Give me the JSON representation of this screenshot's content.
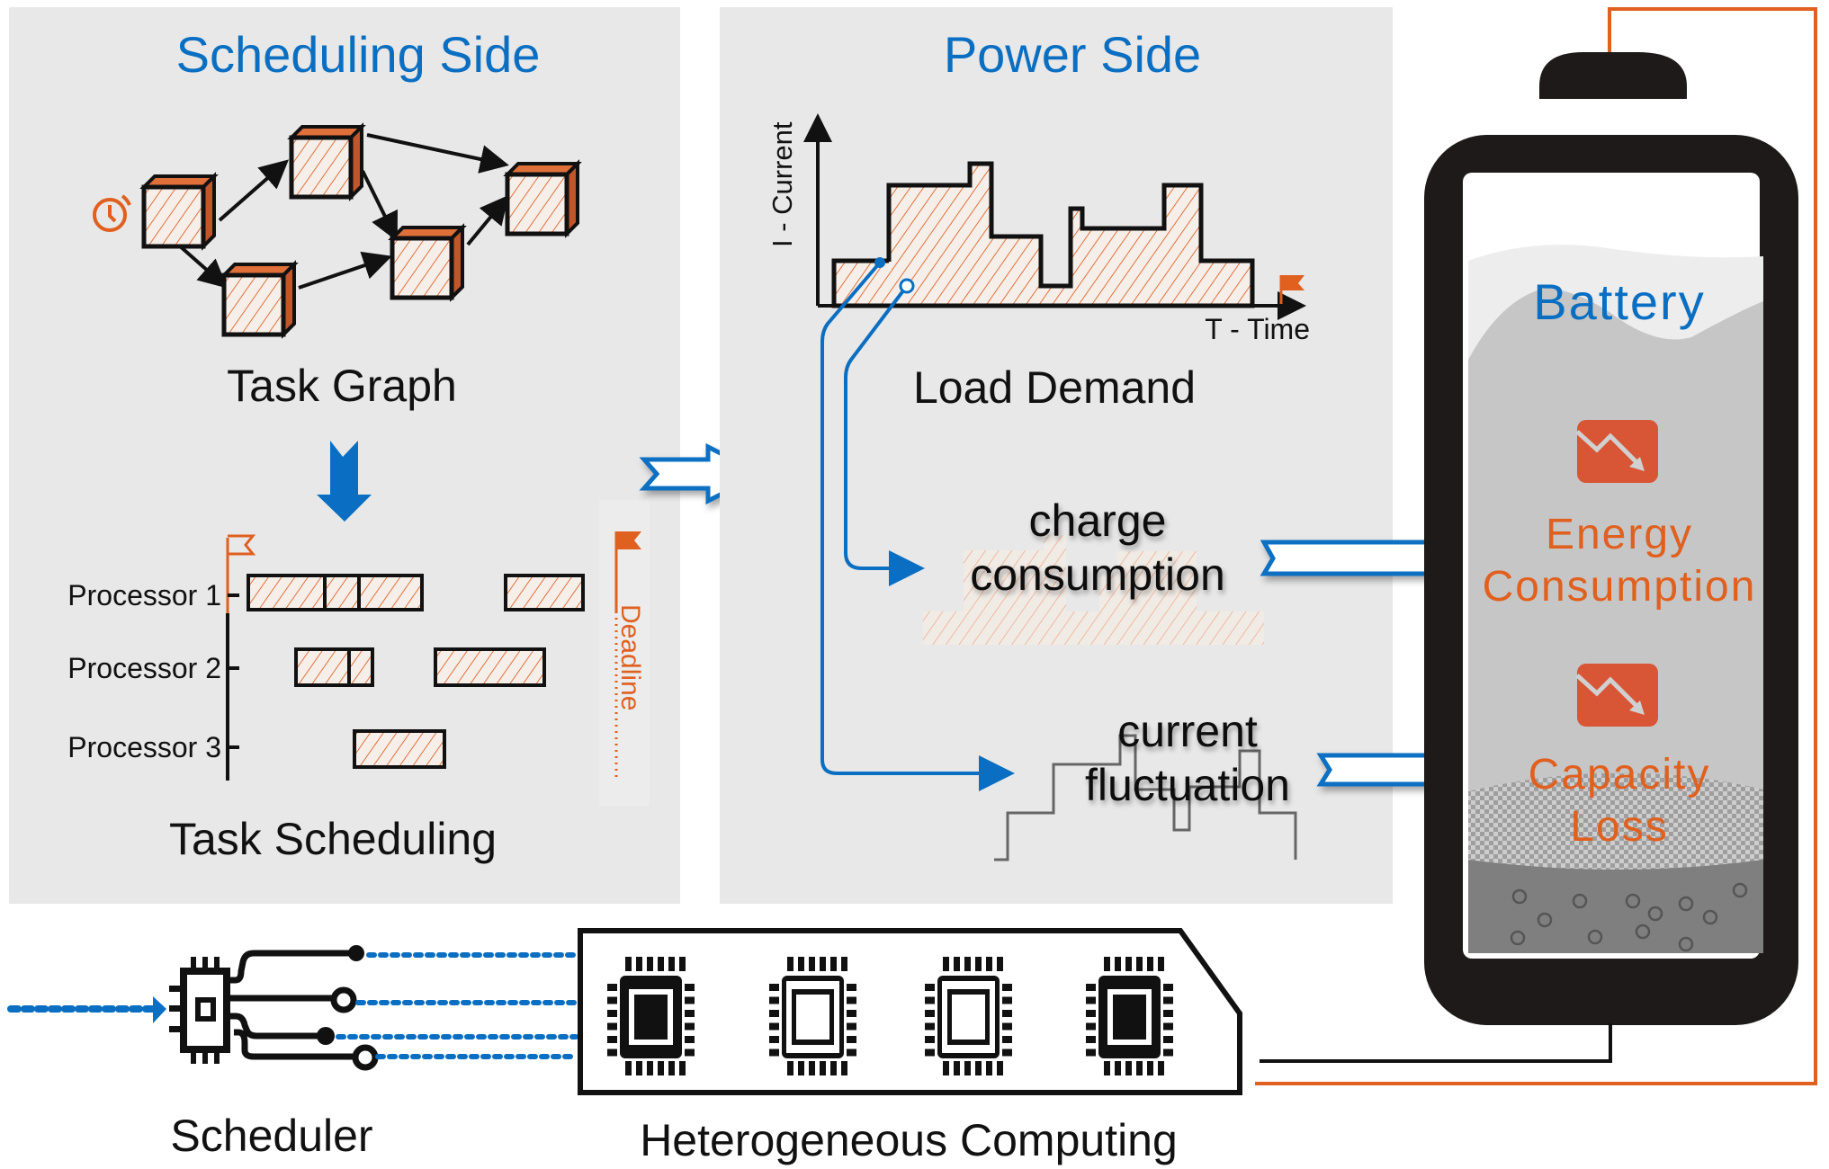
{
  "scheduling_side": {
    "title": "Scheduling Side",
    "task_graph_label": "Task Graph",
    "task_scheduling_label": "Task Scheduling",
    "processors": [
      "Processor 1",
      "Processor 2",
      "Processor 3"
    ],
    "deadline_label": "Deadline",
    "icons": [
      "stopwatch-icon",
      "start-flag-icon",
      "deadline-flag-icon",
      "down-arrow-icon"
    ]
  },
  "power_side": {
    "title": "Power Side",
    "y_axis_label": "I - Current",
    "x_axis_label": "T - Time",
    "load_demand_label": "Load Demand",
    "charge_consumption_label": [
      "charge",
      "consumption"
    ],
    "current_fluctuation_label": [
      "current",
      "fluctuation"
    ]
  },
  "battery": {
    "title": "Battery",
    "energy_label": [
      "Energy",
      "Consumption"
    ],
    "capacity_label": [
      "Capacity",
      "Loss"
    ],
    "icons": [
      "trend-down-icon",
      "trend-down-icon"
    ]
  },
  "bottom": {
    "scheduler_label": "Scheduler",
    "computing_label": "Heterogeneous Computing",
    "chip_count": 4
  },
  "colors": {
    "accent_blue": "#0a6fc2",
    "accent_orange": "#e0601f",
    "panel_bg": "#e8e8e8",
    "battery_body": "#1e1a19"
  }
}
